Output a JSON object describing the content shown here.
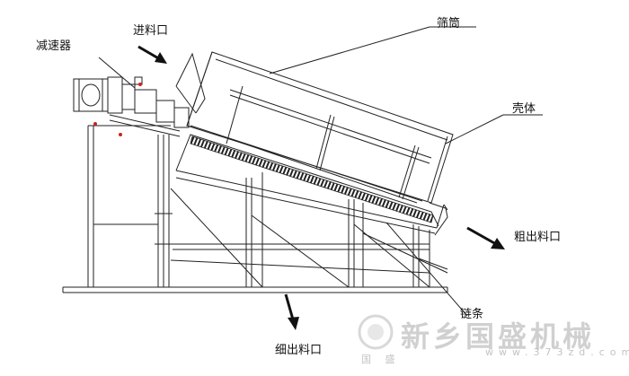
{
  "labels": {
    "reducer": "减速器",
    "feed_inlet": "进料口",
    "screen_drum": "筛筒",
    "housing": "壳体",
    "coarse_outlet": "粗出料口",
    "chain": "链条",
    "fine_outlet": "细出料口"
  },
  "watermark": {
    "brand": "新乡国盛机械",
    "site": "www.373zd.com",
    "sub": "国 盛"
  },
  "colors": {
    "line": "#222222",
    "accent_red": "#cc2222",
    "watermark": "#aaaaaa"
  }
}
